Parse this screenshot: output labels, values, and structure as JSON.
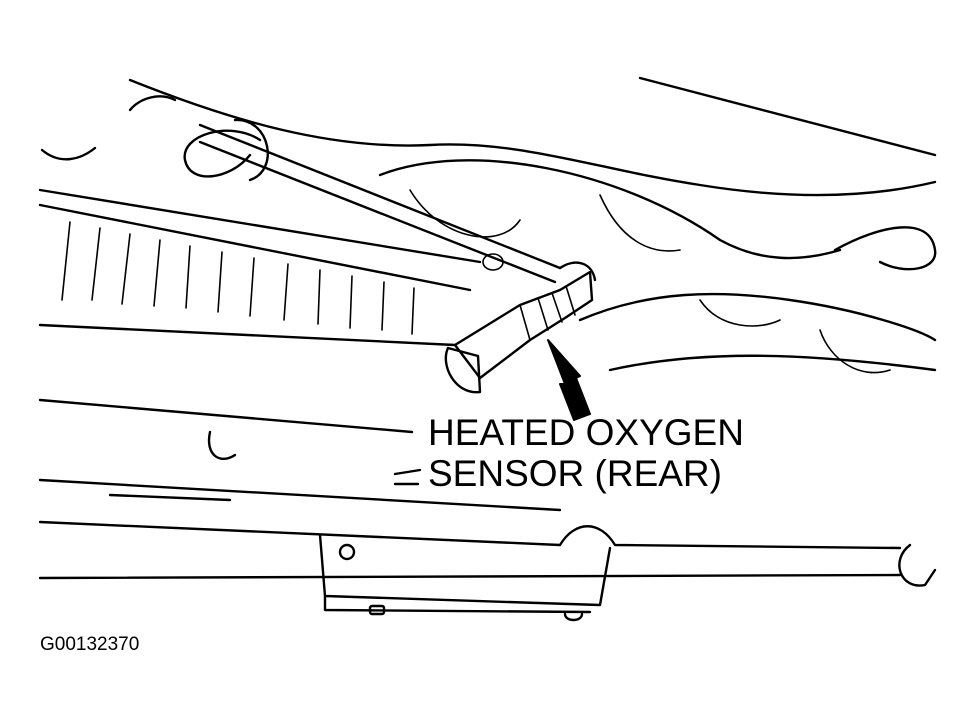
{
  "callout": {
    "line1": "HEATED OXYGEN",
    "line2": "SENSOR (REAR)"
  },
  "figure_id": "G00132370",
  "colors": {
    "ink": "#000000",
    "paper": "#ffffff"
  },
  "icons": {
    "pointer": "callout-arrow-icon"
  }
}
